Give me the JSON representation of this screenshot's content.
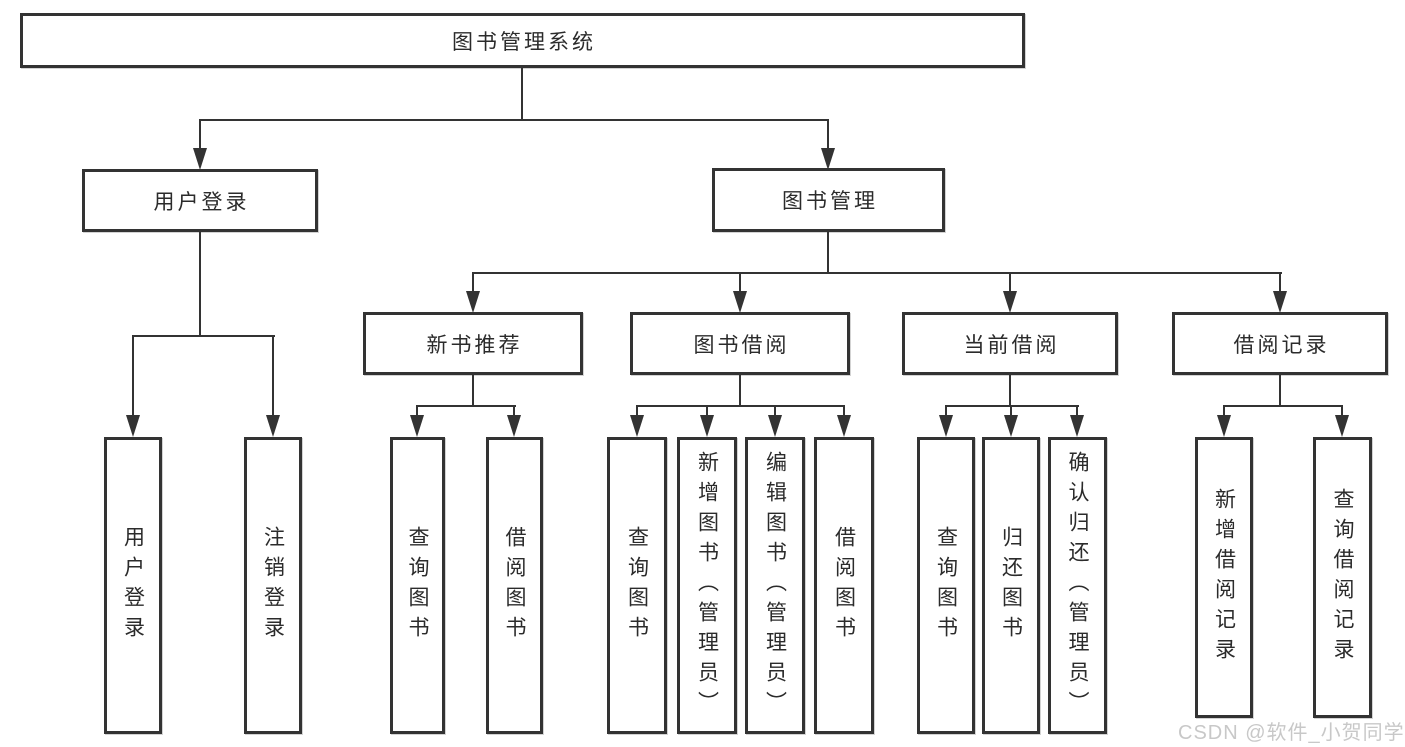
{
  "diagram": {
    "root": {
      "label": "图书管理系统"
    },
    "level2": [
      {
        "label": "用户登录"
      },
      {
        "label": "图书管理"
      }
    ],
    "user_children": [
      {
        "label": "用户登录"
      },
      {
        "label": "注销登录"
      }
    ],
    "modules": [
      {
        "label": "新书推荐",
        "children": [
          {
            "label": "查询图书"
          },
          {
            "label": "借阅图书"
          }
        ]
      },
      {
        "label": "图书借阅",
        "children": [
          {
            "label": "查询图书"
          },
          {
            "label": "新增图书（管理员）"
          },
          {
            "label": "编辑图书（管理员）"
          },
          {
            "label": "借阅图书"
          }
        ]
      },
      {
        "label": "当前借阅",
        "children": [
          {
            "label": "查询图书"
          },
          {
            "label": "归还图书"
          },
          {
            "label": "确认归还（管理员）"
          }
        ]
      },
      {
        "label": "借阅记录",
        "children": [
          {
            "label": "新增借阅记录"
          },
          {
            "label": "查询借阅记录"
          }
        ]
      }
    ]
  },
  "watermark": {
    "text": "CSDN @软件_小贺同学",
    "color": "#c8c8c8"
  },
  "colors": {
    "line": "#333333",
    "box_border": "#333333",
    "text": "#2b2b2b",
    "background": "#ffffff"
  }
}
